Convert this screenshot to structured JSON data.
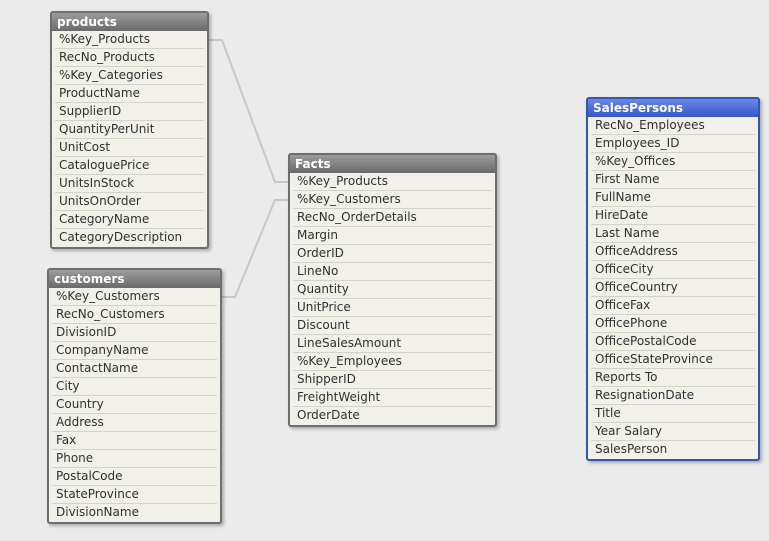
{
  "tables": [
    {
      "id": "products",
      "name": "products",
      "fields": [
        "%Key_Products",
        "RecNo_Products",
        "%Key_Categories",
        "ProductName",
        "SupplierID",
        "QuantityPerUnit",
        "UnitCost",
        "CataloguePrice",
        "UnitsInStock",
        "UnitsOnOrder",
        "CategoryName",
        "CategoryDescription"
      ]
    },
    {
      "id": "customers",
      "name": "customers",
      "fields": [
        "%Key_Customers",
        "RecNo_Customers",
        "DivisionID",
        "CompanyName",
        "ContactName",
        "City",
        "Country",
        "Address",
        "Fax",
        "Phone",
        "PostalCode",
        "StateProvince",
        "DivisionName"
      ]
    },
    {
      "id": "facts",
      "name": "Facts",
      "fields": [
        "%Key_Products",
        "%Key_Customers",
        "RecNo_OrderDetails",
        "Margin",
        "OrderID",
        "LineNo",
        "Quantity",
        "UnitPrice",
        "Discount",
        "LineSalesAmount",
        "%Key_Employees",
        "ShipperID",
        "FreightWeight",
        "OrderDate"
      ]
    },
    {
      "id": "salespersons",
      "name": "SalesPersons",
      "selected": true,
      "fields": [
        "RecNo_Employees",
        "Employees_ID",
        "%Key_Offices",
        "First Name",
        "FullName",
        "HireDate",
        "Last Name",
        "OfficeAddress",
        "OfficeCity",
        "OfficeCountry",
        "OfficeFax",
        "OfficePhone",
        "OfficePostalCode",
        "OfficeStateProvince",
        "Reports To",
        "ResignationDate",
        "Title",
        "Year Salary",
        "SalesPerson"
      ]
    }
  ],
  "links": [
    {
      "from": "products",
      "from_field": "%Key_Products",
      "to": "facts",
      "to_field": "%Key_Products"
    },
    {
      "from": "customers",
      "from_field": "%Key_Customers",
      "to": "facts",
      "to_field": "%Key_Customers"
    }
  ],
  "colors": {
    "canvas": "#ebebeb",
    "table_body": "#f1f1e9",
    "header": "#7d7d7d",
    "selected_header": "#3d5ecf",
    "link_line": "#c8c8c8",
    "link_dot": "#8a8a8a"
  }
}
